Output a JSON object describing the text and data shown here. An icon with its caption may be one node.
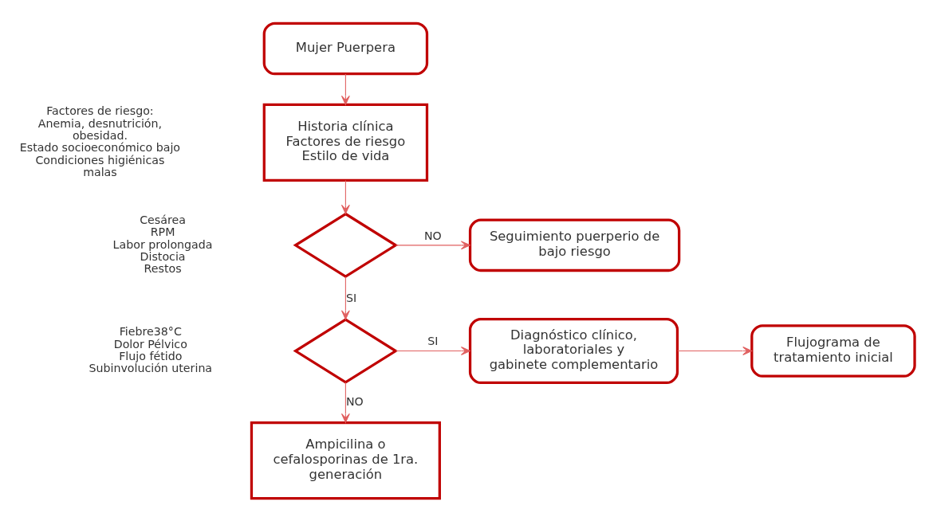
{
  "diagram": {
    "nodes": [
      {
        "text": [
          "Mujer Puerpera"
        ]
      },
      {
        "text": [
          "Historia clínica",
          "Factores de riesgo",
          "Estilo de vida"
        ],
        "beside": [
          "Factores de riesgo:",
          "Anemia, desnutrición, obesidad.",
          "Estado socioeconómico bajo",
          "Condiciones higiénicas malas"
        ]
      },
      {
        "text": [],
        "shape": "diamond",
        "beside": [
          "Cesárea",
          "RPM",
          "Labor prolongada",
          "Distocia",
          "Restos"
        ]
      },
      {
        "text": [
          "Seguimiento puerperio de bajo riesgo"
        ]
      },
      {
        "text": [],
        "shape": "diamond",
        "beside": [
          "Fiebre38°C",
          "Dolor Pélvico",
          "Flujo fétido",
          "Subinvolución uterina"
        ]
      },
      {
        "text": [
          "Diagnóstico clínico, laboratoriales y gabinete complementario"
        ]
      },
      {
        "text": [
          "Flujograma de tratamiento inicial"
        ]
      },
      {
        "text": [
          "Ampicilina o cefalosporinas de 1ra. generación"
        ]
      }
    ],
    "edges": [
      {
        "from": 0,
        "to": 1,
        "arrow": "to"
      },
      {
        "from": 1,
        "to": 2,
        "arrow": "to"
      },
      {
        "from": 2,
        "to": 3,
        "arrow": "to",
        "label": "NO"
      },
      {
        "from": 2,
        "to": 4,
        "arrow": "to",
        "label": "SI"
      },
      {
        "from": 4,
        "to": 5,
        "arrow": "to",
        "label": "SI"
      },
      {
        "from": 4,
        "to": 7,
        "arrow": "to",
        "label": "NO"
      },
      {
        "from": 5,
        "to": 6,
        "arrow": "to"
      }
    ]
  }
}
